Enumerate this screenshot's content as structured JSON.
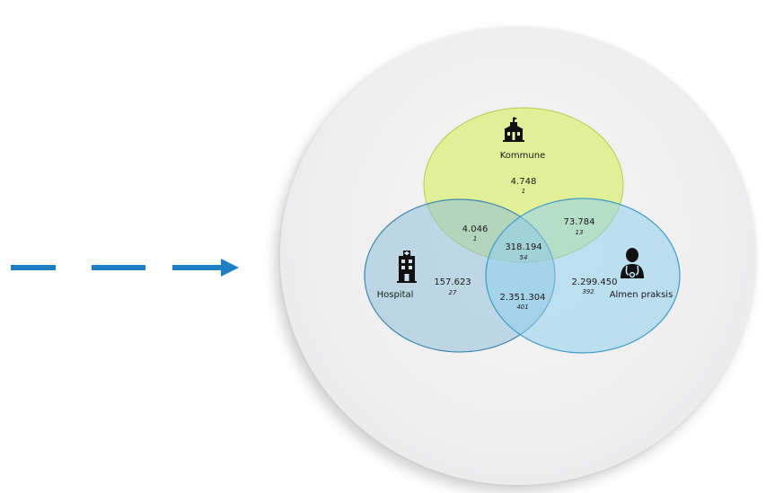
{
  "colors": {
    "arrow": "#1f7fc4",
    "kommune_fill": "#d9ef74",
    "hospital_fill": "#9fc8dc",
    "almen_fill": "#8fd0ec",
    "disc": "#eeeeef"
  },
  "icons": {
    "kommune": "town-hall-icon",
    "hospital": "hospital-building-icon",
    "almen": "doctor-stethoscope-icon"
  },
  "sets": {
    "kommune": "Kommune",
    "hospital": "Hospital",
    "almen": "Almen praksis"
  },
  "regions": {
    "kommune_only": {
      "value": "4.748",
      "count": "1"
    },
    "kommune_hospital": {
      "value": "4.046",
      "count": "1"
    },
    "kommune_almen": {
      "value": "73.784",
      "count": "13"
    },
    "all_three": {
      "value": "318.194",
      "count": "54"
    },
    "hospital_only": {
      "value": "157.623",
      "count": "27"
    },
    "hospital_almen": {
      "value": "2.351.304",
      "count": "401"
    },
    "almen_only": {
      "value": "2.299.450",
      "count": "392"
    }
  }
}
